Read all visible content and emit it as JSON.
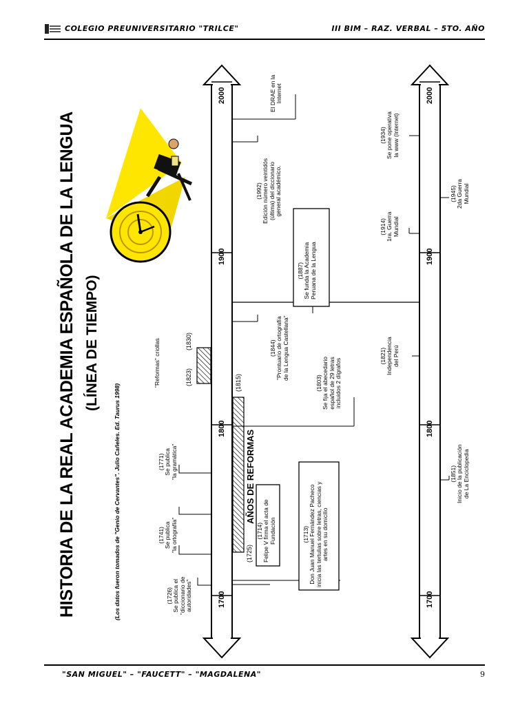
{
  "header": {
    "left": "COLEGIO PREUNIVERSITARIO \"TRILCE\"",
    "right": "III BIM – RAZ. VERBAL – 5TO. AÑO",
    "logo_icon": "trilce-logo-icon"
  },
  "footer": {
    "left": "\"SAN MIGUEL\" – \"FAUCETT\" – \"MAGDALENA\"",
    "page_number": "9"
  },
  "title": "HISTORIA DE LA REAL ACADEMIA ESPAÑOLA DE LA LENGUA",
  "subtitle": "(LÍNEA DE TIEMPO)",
  "source_note": "(Los datos fueron tomados de \"Genio de Cervantes\". Julio Cañeles. Ed. Taurus 1998)",
  "illustration_icon": "man-with-clock-icon",
  "timeline_top": {
    "year_marks": [
      "1700",
      "1800",
      "1900",
      "2000"
    ],
    "period_label": "AÑOS DE REFORMAS",
    "period_start": "(1725)",
    "period_end": "(1815)",
    "reform_label": "\"Reformas\" criollas",
    "reform_start": "(1823)",
    "reform_end": "(1830)",
    "events": [
      {
        "year": "(1726)",
        "text": [
          "Se publica el",
          "\"diccionario de",
          "autoridades\""
        ]
      },
      {
        "year": "(1741)",
        "text": [
          "Se publica",
          "\"la ortografía\""
        ]
      },
      {
        "year": "(1771)",
        "text": [
          "Se publica",
          "\"la gramática\""
        ]
      },
      {
        "year": "(1714)",
        "text": [
          "Felipe V firma el acta de",
          "Fundación"
        ]
      },
      {
        "year": "(1713)",
        "text": [
          "Don Juan Manuel Fernández Pacheco",
          "inicia las tertulias sobre letras, ciencias y",
          "artes en su domicilio"
        ]
      },
      {
        "year": "(1803)",
        "text": [
          "Se fija el abecedario",
          "español de 29 letras",
          "incluidos 2 dígrafos"
        ]
      },
      {
        "year": "(1844)",
        "text": [
          "\"Prontuario de ortografía",
          "de la Lengua Castellana\""
        ]
      },
      {
        "year": "(1887)",
        "text": [
          "Se funda la Academia",
          "Peruana de la Lengua"
        ]
      },
      {
        "year": "(1992)",
        "text": [
          "Edición número veintidós",
          "(última) del diccionario",
          "general académico."
        ]
      },
      {
        "year": "",
        "text": [
          "El DRAE en la",
          "Internet"
        ]
      }
    ]
  },
  "timeline_bottom": {
    "year_marks": [
      "1700",
      "1800",
      "1900",
      "2000"
    ],
    "events": [
      {
        "year": "(1851)",
        "text": [
          "Inicio de la publicación",
          "de La Enciclopedia"
        ]
      },
      {
        "year": "(1821)",
        "text": [
          "Independencia",
          "del Perú"
        ]
      },
      {
        "year": "(1914)",
        "text": [
          "1ra. Guerra",
          "Mundial"
        ]
      },
      {
        "year": "(1945)",
        "text": [
          "2da Guerra",
          "Mundial"
        ]
      },
      {
        "year": "(1934)",
        "text": [
          "Se pone operativa",
          "la www (Internet)"
        ]
      }
    ]
  }
}
